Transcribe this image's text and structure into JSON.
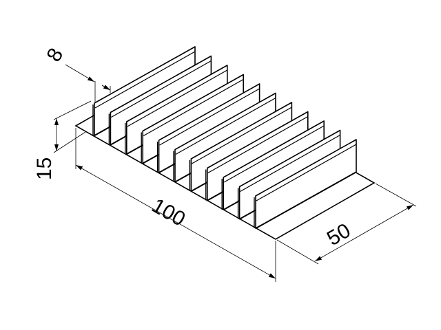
{
  "drawing": {
    "subject": "heatsink",
    "fin_count": 11,
    "line_color": "#000000",
    "background": "#ffffff"
  },
  "dimensions": {
    "fin_thickness": "8",
    "height": "15",
    "length": "100",
    "width": "50"
  }
}
